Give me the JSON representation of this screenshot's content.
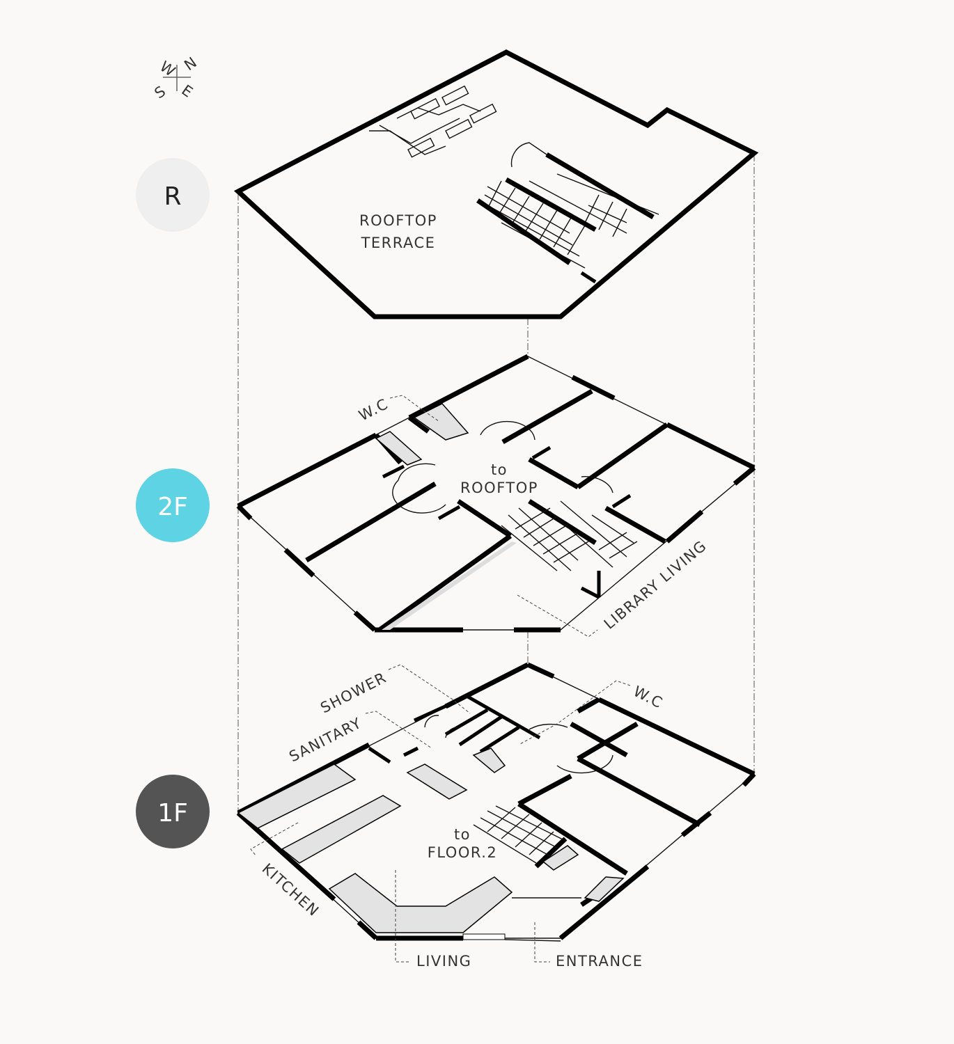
{
  "compass": {
    "n": "N",
    "e": "E",
    "s": "S",
    "w": "W"
  },
  "floors": [
    {
      "label": "R",
      "color": "#efefef",
      "text_color": "#222222"
    },
    {
      "label": "2F",
      "color": "#5dd3e3",
      "text_color": "#ffffff"
    },
    {
      "label": "1F",
      "color": "#545454",
      "text_color": "#ffffff"
    }
  ],
  "rooftop": {
    "line1": "ROOFTOP",
    "line2": "TERRACE"
  },
  "floor2": {
    "wc": "W.C",
    "to": "to",
    "rooftop": "ROOFTOP",
    "library": "LIBRARY LIVING"
  },
  "floor1": {
    "shower": "SHOWER",
    "sanitary": "SANITARY",
    "wc": "W.C",
    "kitchen": "KITCHEN",
    "to": "to",
    "floor2": "FLOOR.2",
    "living": "LIVING",
    "entrance": "ENTRANCE"
  }
}
